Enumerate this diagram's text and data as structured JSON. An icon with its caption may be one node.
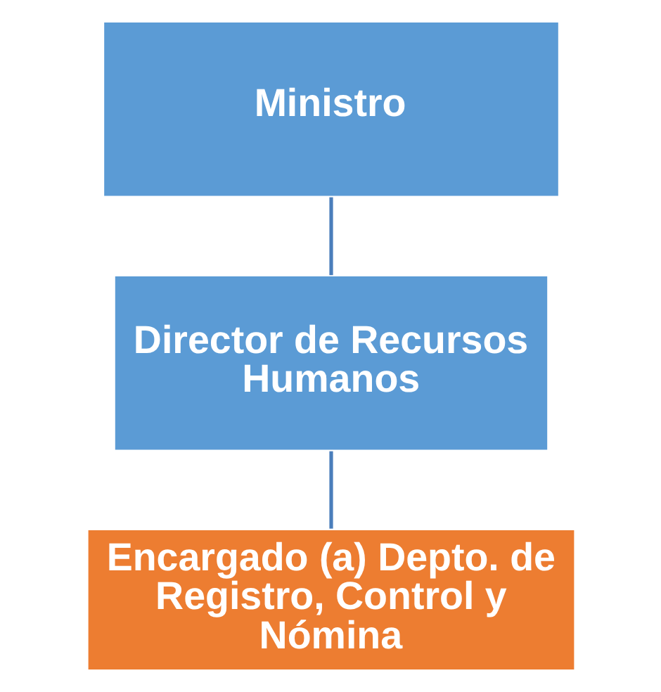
{
  "diagram": {
    "nodes": [
      {
        "text": [
          "Ministro"
        ]
      },
      {
        "text": [
          "Director de Recursos Humanos"
        ]
      },
      {
        "text": [
          "Encargado (a) Depto. de Registro, Control y Nómina"
        ]
      }
    ],
    "edges": [
      {
        "from": 0,
        "to": 1,
        "arrow": "none"
      },
      {
        "from": 1,
        "to": 2,
        "arrow": "none"
      }
    ]
  }
}
